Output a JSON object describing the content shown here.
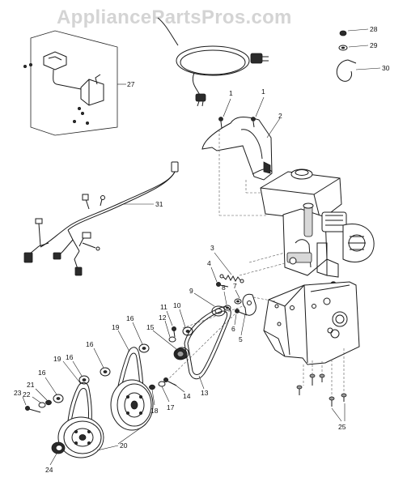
{
  "watermark": "AppliancePartsPros.com",
  "callouts": [
    {
      "id": "c1a",
      "label": "1"
    },
    {
      "id": "c1b",
      "label": "1"
    },
    {
      "id": "c2",
      "label": "2"
    },
    {
      "id": "c3",
      "label": "3"
    },
    {
      "id": "c4",
      "label": "4"
    },
    {
      "id": "c5",
      "label": "5"
    },
    {
      "id": "c6",
      "label": "6"
    },
    {
      "id": "c7",
      "label": "7"
    },
    {
      "id": "c8",
      "label": "8"
    },
    {
      "id": "c9",
      "label": "9"
    },
    {
      "id": "c10",
      "label": "10"
    },
    {
      "id": "c11",
      "label": "11"
    },
    {
      "id": "c12",
      "label": "12"
    },
    {
      "id": "c13",
      "label": "13"
    },
    {
      "id": "c14",
      "label": "14"
    },
    {
      "id": "c15",
      "label": "15"
    },
    {
      "id": "c16a",
      "label": "16"
    },
    {
      "id": "c16b",
      "label": "16"
    },
    {
      "id": "c16c",
      "label": "16"
    },
    {
      "id": "c16d",
      "label": "16"
    },
    {
      "id": "c17",
      "label": "17"
    },
    {
      "id": "c18",
      "label": "18"
    },
    {
      "id": "c19a",
      "label": "19"
    },
    {
      "id": "c19b",
      "label": "19"
    },
    {
      "id": "c20",
      "label": "20"
    },
    {
      "id": "c21",
      "label": "21"
    },
    {
      "id": "c22",
      "label": "22"
    },
    {
      "id": "c23",
      "label": "23"
    },
    {
      "id": "c24",
      "label": "24"
    },
    {
      "id": "c25",
      "label": "25"
    },
    {
      "id": "c27",
      "label": "27"
    },
    {
      "id": "c28",
      "label": "28"
    },
    {
      "id": "c29",
      "label": "29"
    },
    {
      "id": "c30",
      "label": "30"
    },
    {
      "id": "c31",
      "label": "31"
    }
  ]
}
